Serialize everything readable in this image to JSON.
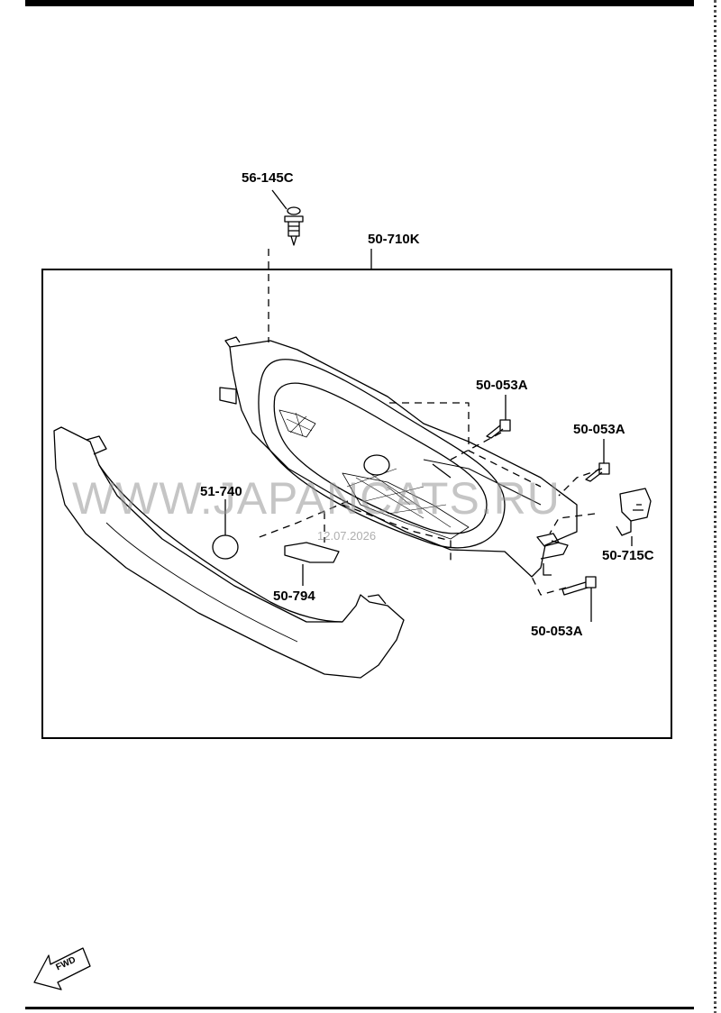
{
  "parts": {
    "bolt_top": "56-145C",
    "grille_assy": "50-710K",
    "screw_upper_center": "50-053A",
    "screw_upper_right": "50-053A",
    "screw_lower": "50-053A",
    "emblem": "51-740",
    "pad": "50-794",
    "bracket": "50-715C"
  },
  "watermark": {
    "site": "WWW.JAPANCATS.RU",
    "date": "12.07.2026"
  },
  "fwd_label": "FWD"
}
